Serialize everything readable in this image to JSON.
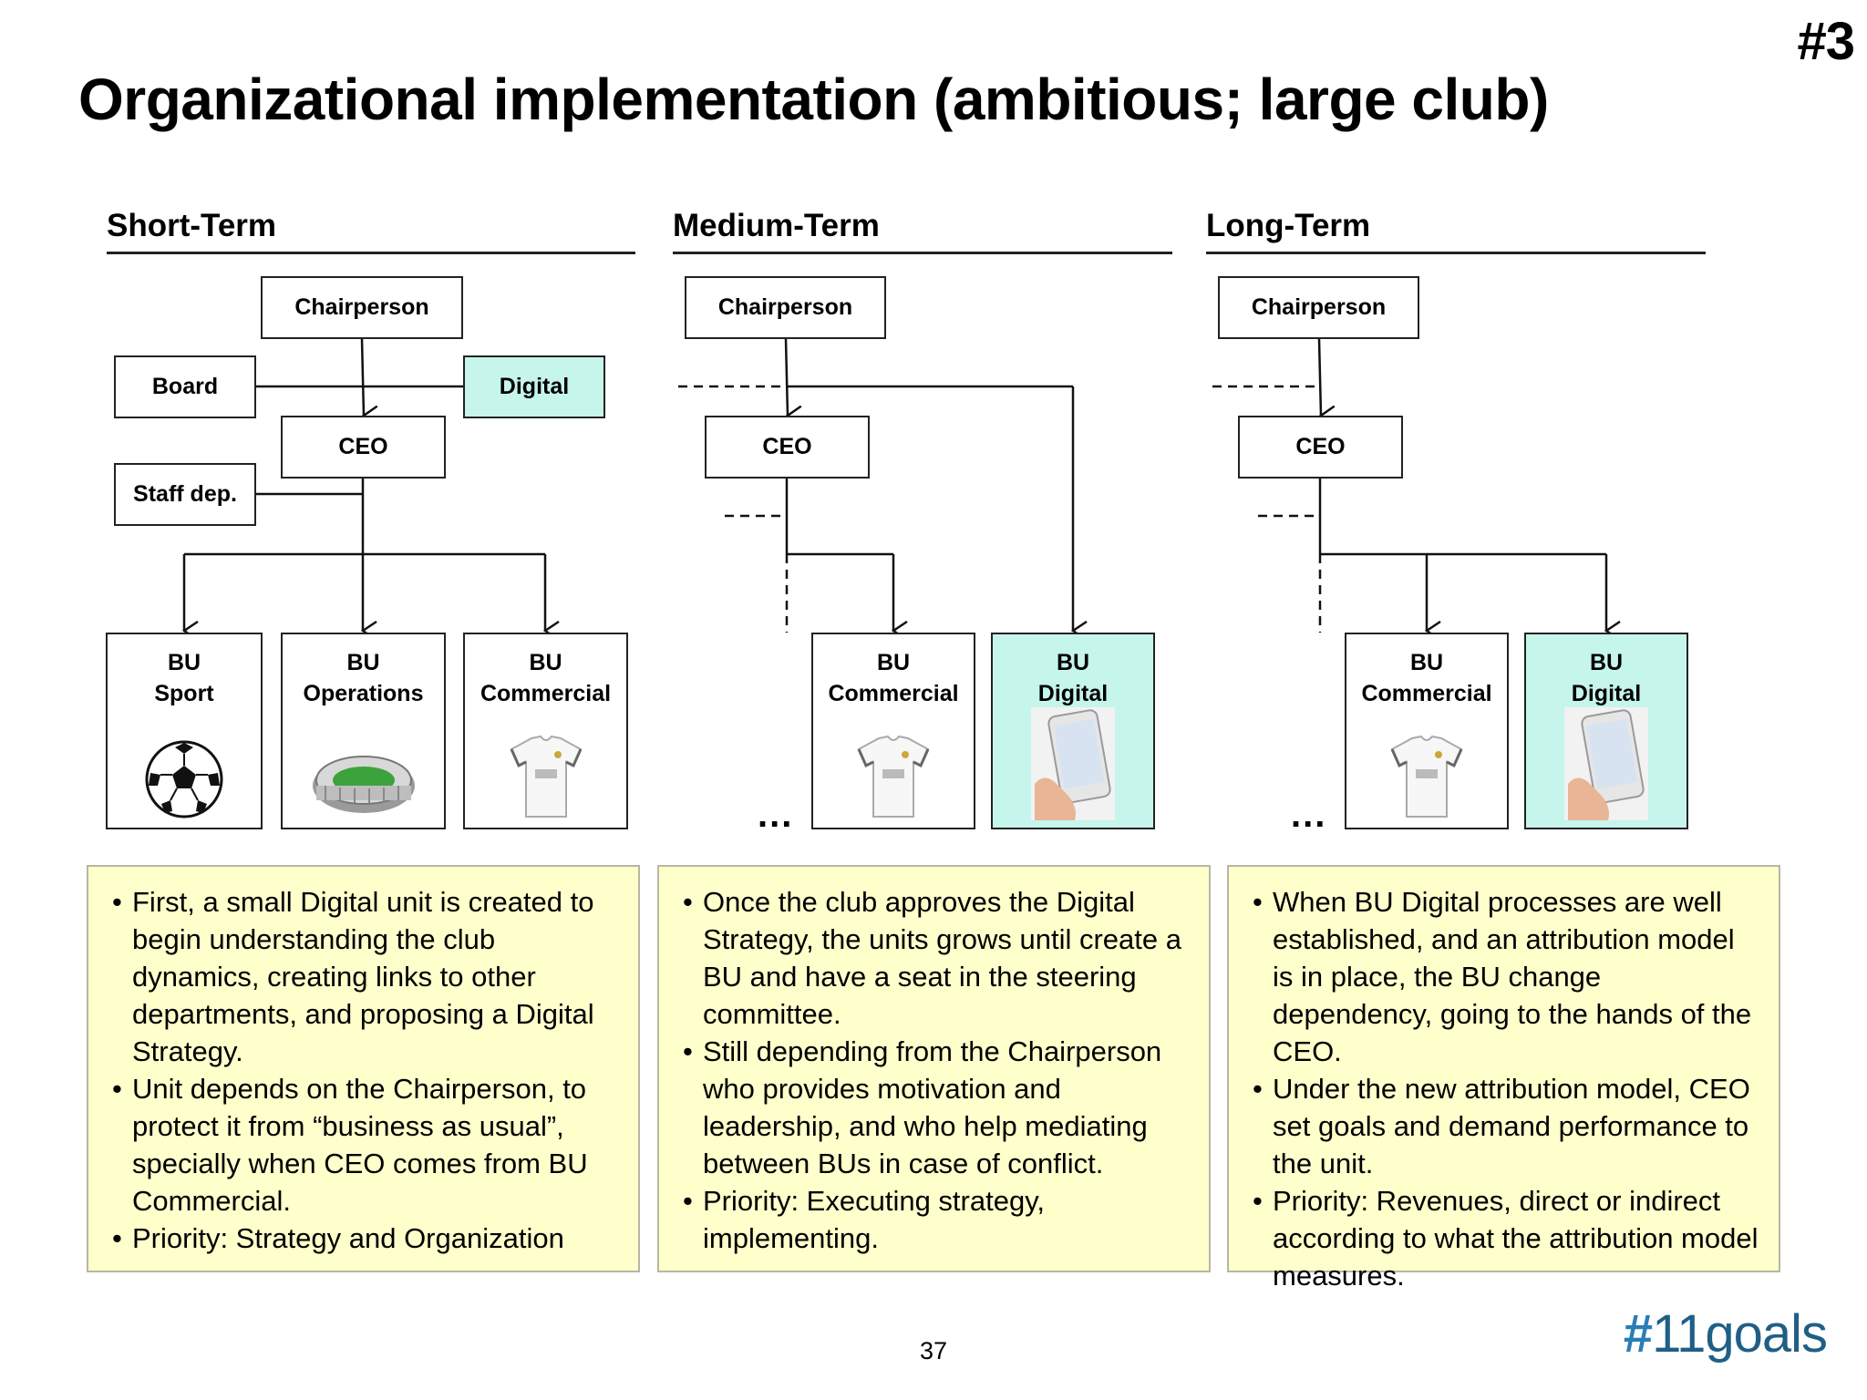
{
  "slide_number": "#3",
  "title": "Organizational implementation (ambitious; large club)",
  "columns": [
    {
      "header": "Short-Term",
      "chairperson": "Chairperson",
      "board": "Board",
      "digital": "Digital",
      "ceo": "CEO",
      "staff": "Staff dep.",
      "bus": [
        {
          "line1": "BU",
          "line2": "Sport",
          "icon": "soccer-ball-icon"
        },
        {
          "line1": "BU",
          "line2": "Operations",
          "icon": "stadium-icon"
        },
        {
          "line1": "BU",
          "line2": "Commercial",
          "icon": "jersey-icon"
        }
      ],
      "notes": [
        "First, a small Digital unit is created to begin understanding the club dynamics, creating links to other departments, and proposing a Digital Strategy.",
        "Unit depends on the Chairperson, to protect it from “business as usual”, specially when CEO comes from BU Commercial.",
        "Priority: Strategy and Organization"
      ]
    },
    {
      "header": "Medium-Term",
      "chairperson": "Chairperson",
      "ceo": "CEO",
      "ellipsis": "...",
      "bus": [
        {
          "line1": "BU",
          "line2": "Commercial",
          "icon": "jersey-icon"
        },
        {
          "line1": "BU",
          "line2": "Digital",
          "icon": "smartphone-icon"
        }
      ],
      "notes": [
        "Once the club approves the Digital Strategy, the units grows until create a BU and have a seat in the steering committee.",
        "Still depending from the Chairperson who provides motivation and leadership, and who help mediating between BUs in case of conflict.",
        "Priority: Executing strategy, implementing."
      ]
    },
    {
      "header": "Long-Term",
      "chairperson": "Chairperson",
      "ceo": "CEO",
      "ellipsis": "...",
      "bus": [
        {
          "line1": "BU",
          "line2": "Commercial",
          "icon": "jersey-icon"
        },
        {
          "line1": "BU",
          "line2": "Digital",
          "icon": "smartphone-icon"
        }
      ],
      "notes": [
        "When BU Digital processes are well established, and an attribution model is in place, the BU change dependency, going to the hands of the CEO.",
        "Under the new attribution model, CEO set goals and demand performance to the unit.",
        "Priority: Revenues, direct or indirect according to what the attribution model measures."
      ]
    }
  ],
  "page_number": "37",
  "brand": {
    "hash": "#",
    "name": "11goals"
  },
  "colors": {
    "digital_fill": "#c6f5ec",
    "note_fill": "#ffffcc",
    "brand": "#1f5f86"
  }
}
